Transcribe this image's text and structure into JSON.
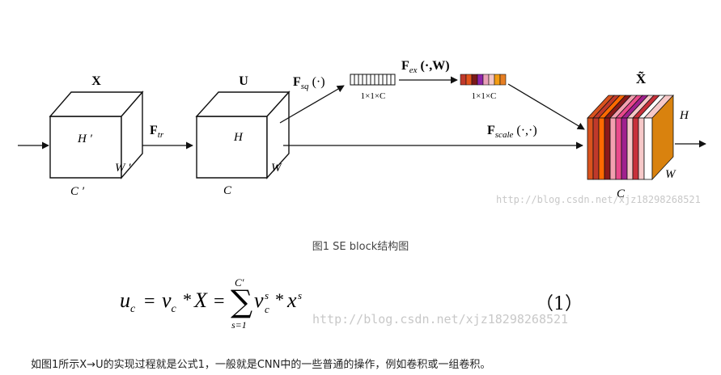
{
  "diagram": {
    "x_label": "X",
    "h_prime": "H ′",
    "w_prime": "W ′",
    "c_prime": "C ′",
    "f_tr": {
      "main": "F",
      "sub": "tr"
    },
    "u_label": "U",
    "h": "H",
    "w": "W",
    "c": "C",
    "f_sq": {
      "main": "F",
      "sub": "sq",
      "args": " (·)"
    },
    "dim_label": "1×1×C",
    "f_ex": {
      "main": "F",
      "sub": "ex",
      "args": " (·,W)"
    },
    "f_scale": {
      "main": "F",
      "sub": "scale",
      "args": " (·,·)"
    },
    "x_tilde": "X̃",
    "colors": {
      "orange_face": "#d9820e",
      "ex_strips": [
        "#c0392b",
        "#e3541b",
        "#7a1a1a",
        "#8e24aa",
        "#e8a0b8",
        "#f1c6c6",
        "#f39c12",
        "#e67e22"
      ],
      "scale_strips": [
        "#d9531e",
        "#c0392b",
        "#ff6a00",
        "#8b1a1a",
        "#e84a8a",
        "#a0208e",
        "#f3a0b0",
        "#c8303a",
        "#f6c8c8",
        "#ffffff",
        "#d9820e"
      ]
    }
  },
  "caption": "图1 SE block结构图",
  "watermark": "http://blog.csdn.net/xjz18298268521",
  "equation": {
    "number": "（1）",
    "parts": {
      "u": "u",
      "u_sub": "c",
      "eq1": "=",
      "v": "v",
      "v_sub": "c",
      "star1": "*",
      "X": "X",
      "eq2": "=",
      "sum_top": "C′",
      "sum": "∑",
      "sum_bot": "s=1",
      "v2": "v",
      "v2_sup": "s",
      "v2_sub": "c",
      "star2": "*",
      "x": "x",
      "x_sup": "s"
    }
  },
  "body_text": "如图1所示X→U的实现过程就是公式1，一般就是CNN中的一些普通的操作，例如卷积或一组卷积。"
}
